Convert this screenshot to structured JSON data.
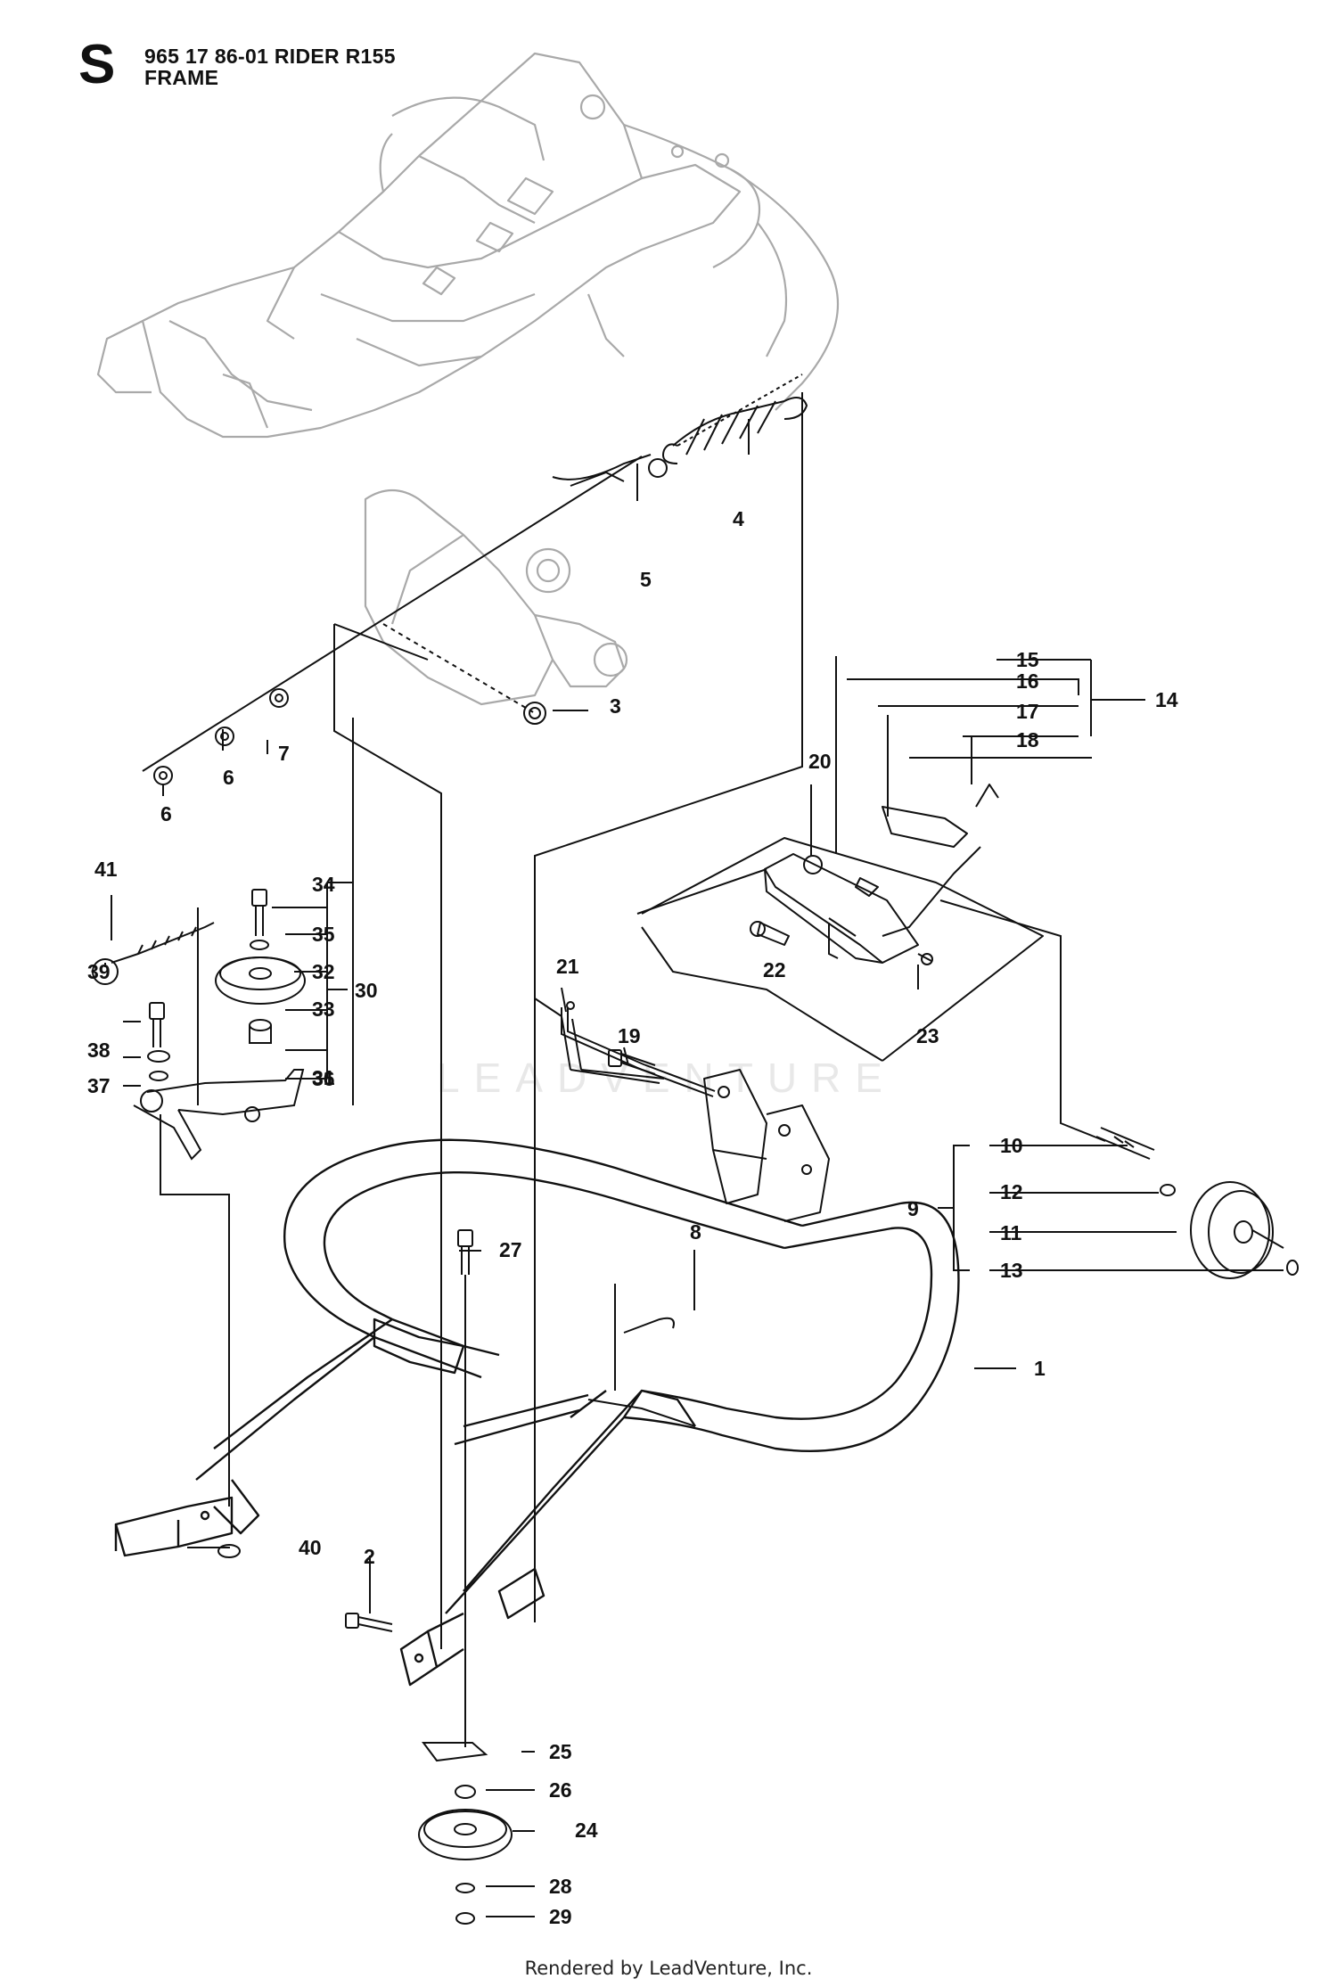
{
  "header": {
    "section_letter": "S",
    "title_line1": "965 17 86-01 RIDER R155",
    "title_line2": "FRAME"
  },
  "footer": {
    "text": "Rendered by LeadVenture, Inc."
  },
  "watermark": {
    "text": "LEADVENTURE"
  },
  "callouts": [
    "1",
    "2",
    "3",
    "4",
    "5",
    "6",
    "6",
    "7",
    "8",
    "9",
    "10",
    "11",
    "12",
    "13",
    "14",
    "15",
    "16",
    "17",
    "18",
    "19",
    "20",
    "21",
    "22",
    "23",
    "24",
    "25",
    "26",
    "27",
    "28",
    "29",
    "30",
    "31",
    "32",
    "33",
    "34",
    "35",
    "36",
    "37",
    "38",
    "39",
    "40",
    "41"
  ],
  "colors": {
    "line": "#111111",
    "ghost": "#a9a9a9",
    "watermark": "#e8e8e8"
  }
}
